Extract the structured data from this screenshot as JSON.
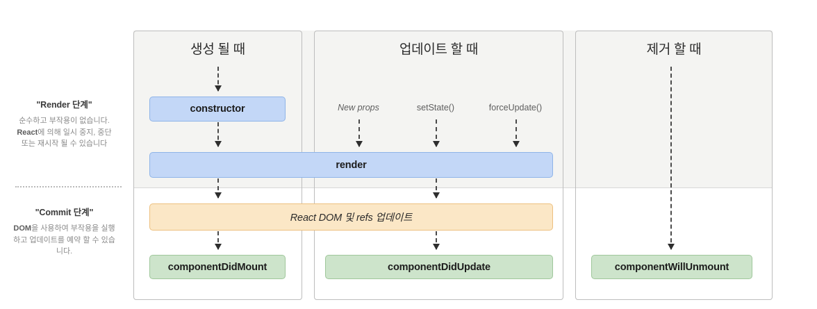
{
  "legend": {
    "render_phase": {
      "title": "\"Render 단계\"",
      "body_lead": "순수하고 부작용이 없습니다. ",
      "body_strong": "React",
      "body_tail": "에 의해 일시 중지, 중단 또는 재시작 될 수 있습니다"
    },
    "commit_phase": {
      "title": "\"Commit 단계\"",
      "body_strong": "DOM",
      "body_tail": "을 사용하여 부작용을 실행하고 업데이트를 예약 할 수 있습니다."
    }
  },
  "columns": [
    {
      "id": "mounting",
      "title": "생성 될 때"
    },
    {
      "id": "updating",
      "title": "업데이트 할 때"
    },
    {
      "id": "unmounting",
      "title": "제거 할 때"
    }
  ],
  "triggers": [
    {
      "id": "new-props",
      "label": "New props",
      "style": "italic"
    },
    {
      "id": "set-state",
      "label": "setState()",
      "style": "normal"
    },
    {
      "id": "force-update",
      "label": "forceUpdate()",
      "style": "normal"
    }
  ],
  "nodes": {
    "constructor": "constructor",
    "render": "render",
    "commit_dom": "React DOM 및 refs 업데이트",
    "component_did_mount": "componentDidMount",
    "component_did_update": "componentDidUpdate",
    "component_will_unmount": "componentWillUnmount"
  },
  "colors": {
    "render_node_fill": "#c3d7f7",
    "render_node_border": "#8fb4e8",
    "commit_node_fill": "#fbe7c6",
    "commit_node_border": "#edc07f",
    "lifecycle_node_fill": "#cde4cb",
    "lifecycle_node_border": "#9fc79b",
    "phase_band_bg": "#f4f4f2",
    "column_border": "#bdbdbd",
    "arrow": "#2e2e2e"
  }
}
